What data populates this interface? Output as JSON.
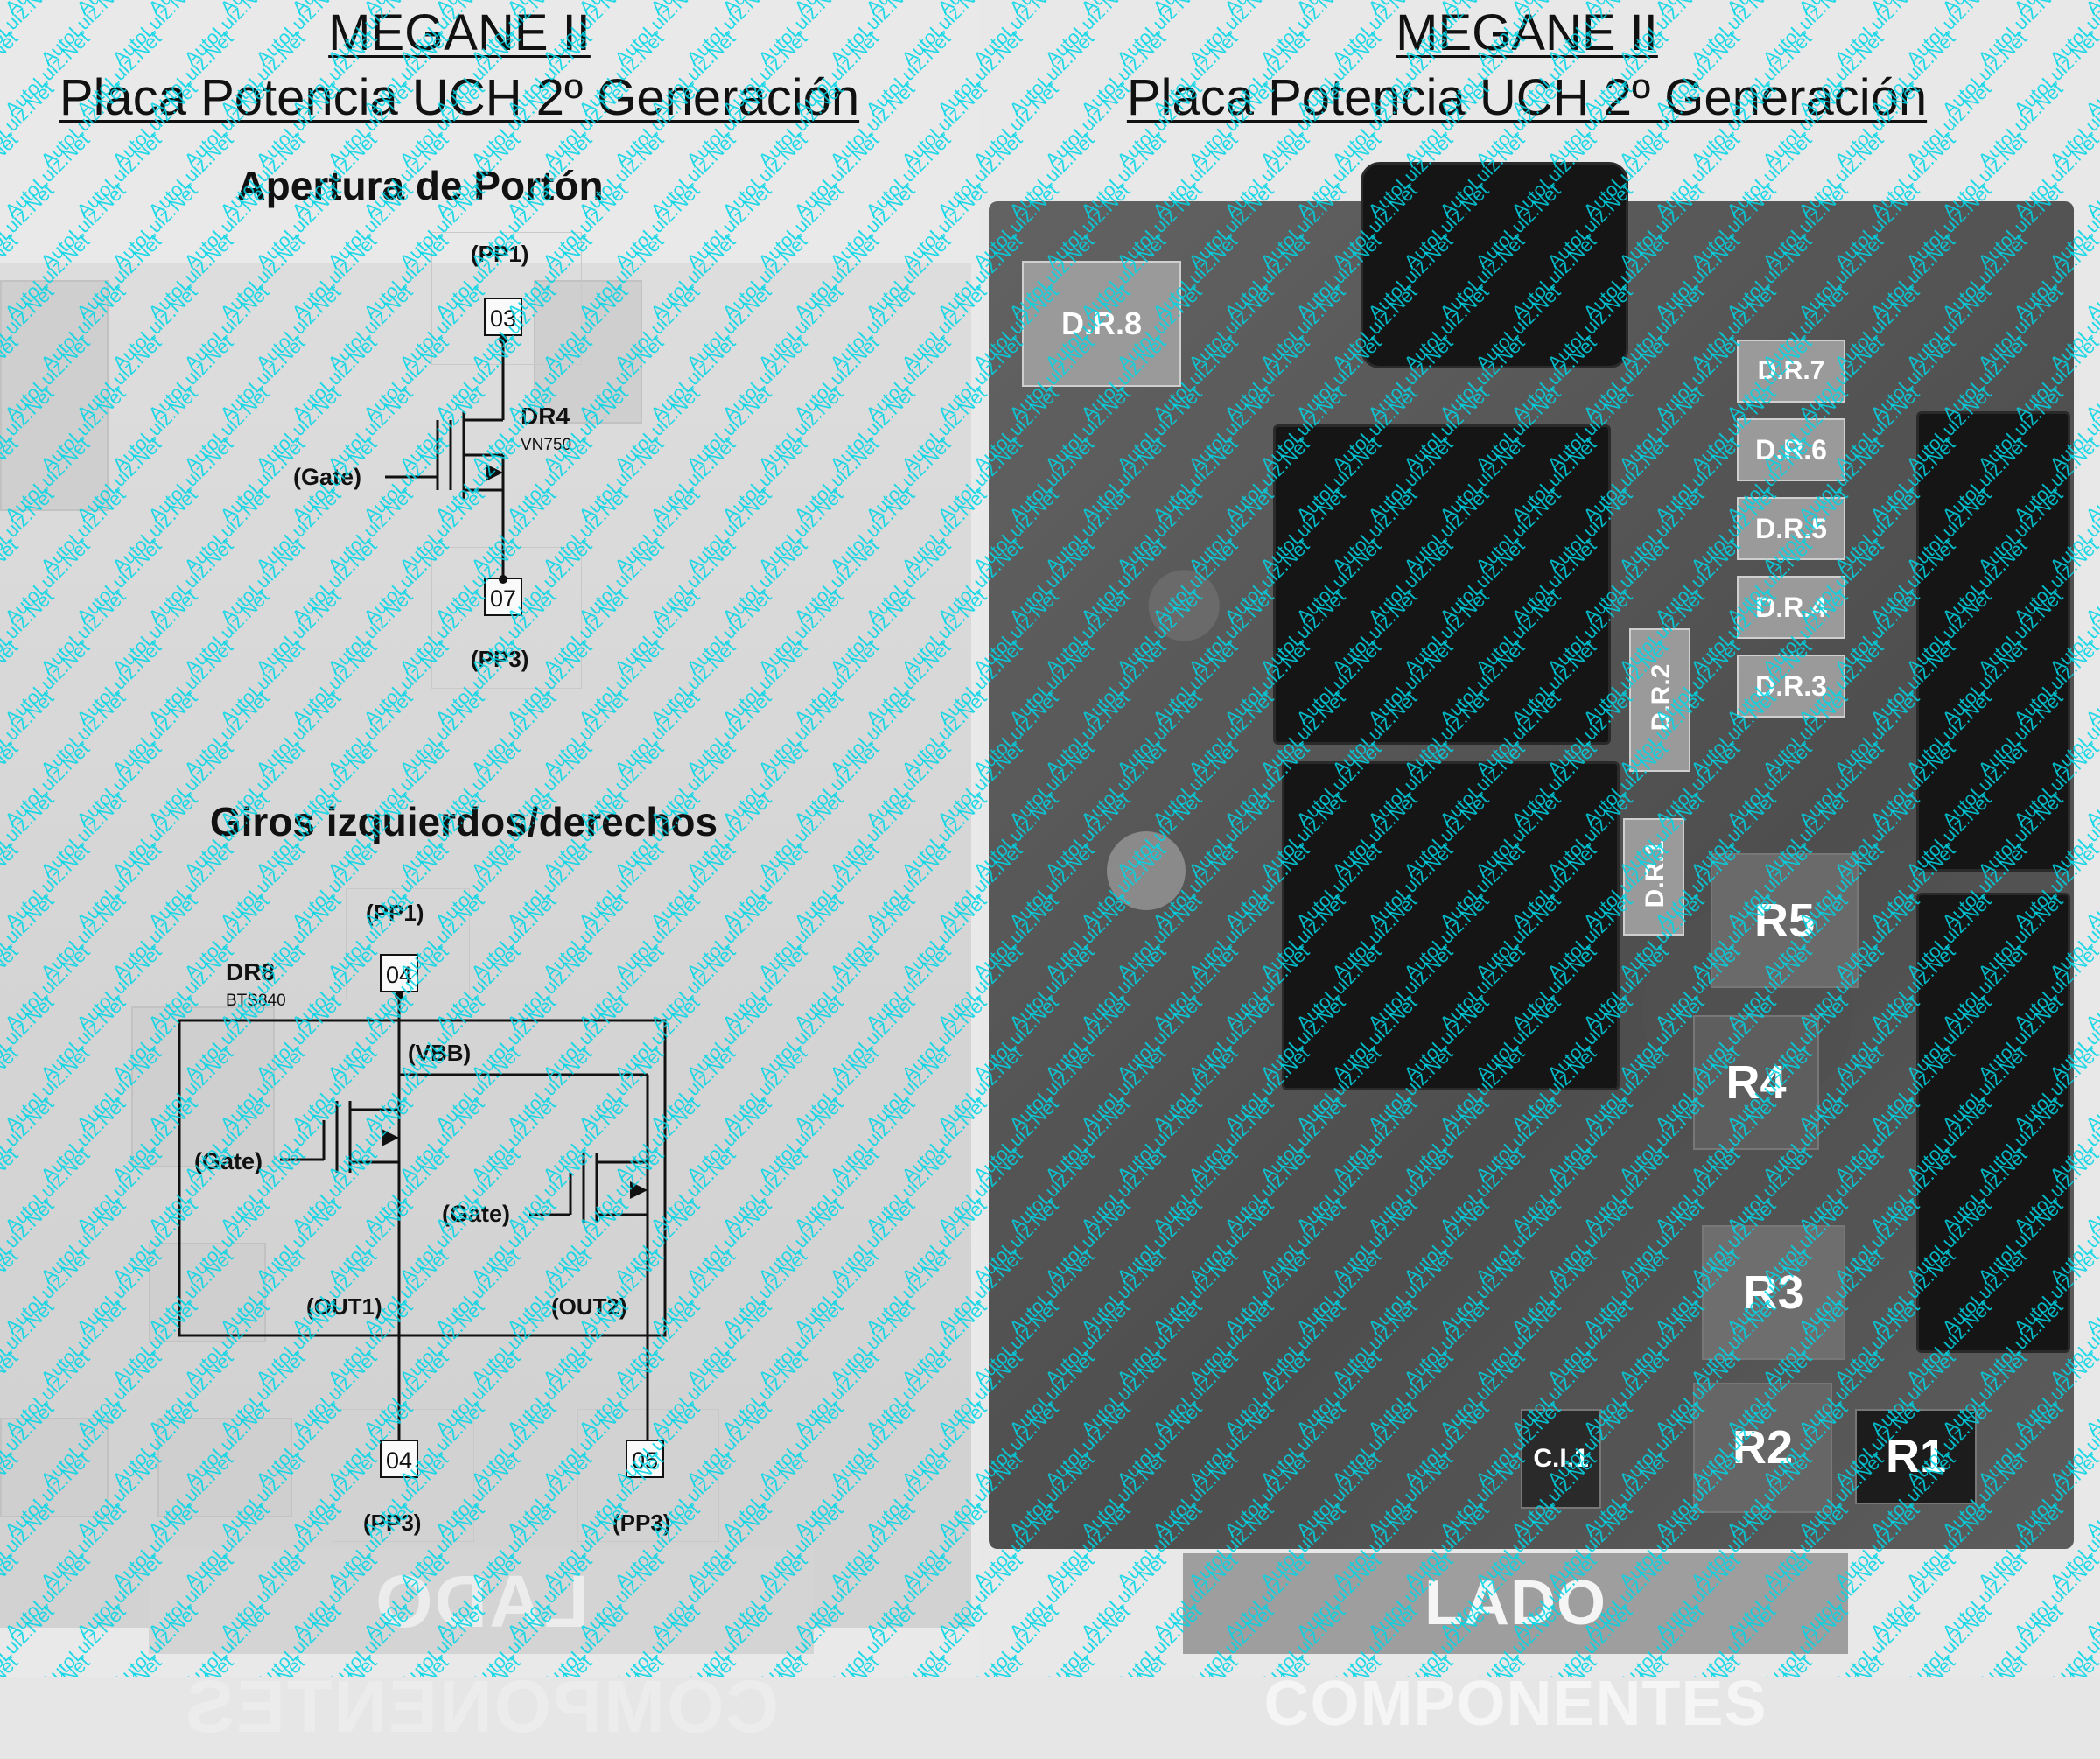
{
  "left": {
    "title_line1": "MEGANE II",
    "title_line2": "Placa Potencia UCH 2º Generación",
    "section1": {
      "title": "Apertura de Portón",
      "top_pin_label": "(PP1)",
      "top_pin": "03",
      "chip_name": "DR4",
      "chip_model": "VN750",
      "gate_label": "(Gate)",
      "bottom_pin": "07",
      "bottom_pin_label": "(PP3)"
    },
    "section2": {
      "title": "Giros izquierdos/derechos",
      "top_pin_label": "(PP1)",
      "top_pin": "04",
      "chip_name": "DR8",
      "chip_model": "BTS840",
      "vbb_label": "(VBB)",
      "gate1_label": "(Gate)",
      "gate2_label": "(Gate)",
      "out1_label": "(OUT1)",
      "out2_label": "(OUT2)",
      "bottom_pin1": "04",
      "bottom_pin1_label": "(PP3)",
      "bottom_pin2": "05",
      "bottom_pin2_label": "(PP3)"
    },
    "ghost_footer": "LADO COMPONENTES"
  },
  "right": {
    "title_line1": "MEGANE II",
    "title_line2": "Placa Potencia UCH 2º Generación",
    "components": {
      "dr8": "D.R.8",
      "dr7": "D.R.7",
      "dr6": "D.R.6",
      "dr5": "D.R.5",
      "dr4": "D.R.4",
      "dr3": "D.R.3",
      "dr2": "D.R.2",
      "dr1": "D.R.1",
      "r5": "R5",
      "r4": "R4",
      "r3": "R3",
      "r2": "R2",
      "r1": "R1",
      "ci1": "C.I.1"
    },
    "footer": "LADO COMPONENTES"
  },
  "watermark_text": "AutoLuiz.Net",
  "colors": {
    "watermark": "#00d6e6",
    "pcb": "#5a5a5a",
    "background": "#e6e6e6"
  }
}
